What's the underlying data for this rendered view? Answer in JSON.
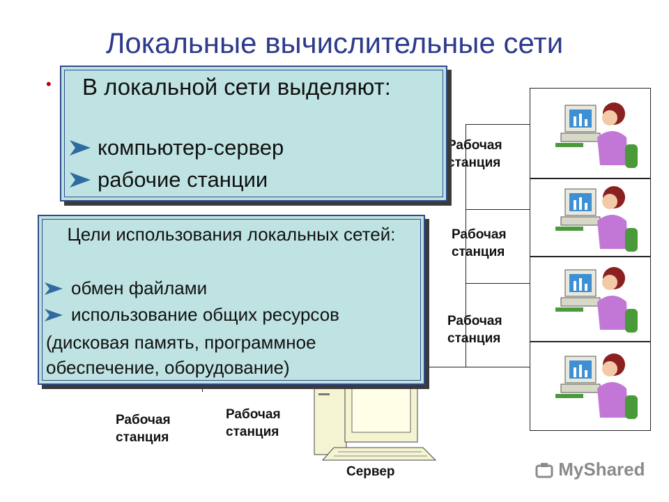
{
  "title": "Локальные вычислительные сети",
  "box1": {
    "heading": "В локальной сети выделяют:",
    "items": [
      "компьютер-сервер",
      "рабочие станции"
    ]
  },
  "box2": {
    "heading": "Цели использования локальных сетей:",
    "items": [
      "обмен файлами",
      "использование общих ресурсов"
    ],
    "continuation": [
      "(дисковая память, программное",
      "обеспечение, оборудование)"
    ]
  },
  "workstation_label_line1": "Рабочая",
  "workstation_label_line2": "станция",
  "server_label": "Сервер",
  "watermark": "MyShared",
  "colors": {
    "title": "#2e3a8c",
    "box_fill": "#bfe3e3",
    "box_border": "#2f4a8a",
    "arrow": "#2f6aa0",
    "bullet": "#c00000"
  }
}
